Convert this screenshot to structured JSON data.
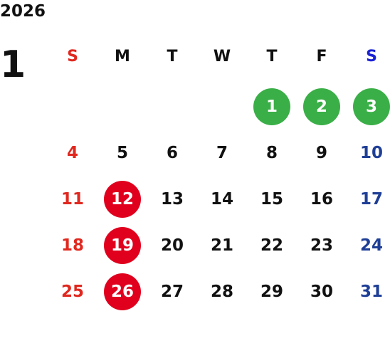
{
  "header": {
    "year": "2026",
    "month": "1"
  },
  "weekdays": [
    "S",
    "M",
    "T",
    "W",
    "T",
    "F",
    "S"
  ],
  "colors": {
    "sunday_text": "#e0281f",
    "saturday_header": "#1a22d4",
    "saturday_text": "#1f3f96",
    "holiday_circle": "#e0001e",
    "new_year_circle": "#3aaf47",
    "weekday_text": "#111111"
  },
  "weeks": [
    [
      {
        "day": ""
      },
      {
        "day": ""
      },
      {
        "day": ""
      },
      {
        "day": ""
      },
      {
        "day": "1",
        "mark": "green"
      },
      {
        "day": "2",
        "mark": "green"
      },
      {
        "day": "3",
        "mark": "green"
      }
    ],
    [
      {
        "day": "4"
      },
      {
        "day": "5"
      },
      {
        "day": "6"
      },
      {
        "day": "7"
      },
      {
        "day": "8"
      },
      {
        "day": "9"
      },
      {
        "day": "10"
      }
    ],
    [
      {
        "day": "11"
      },
      {
        "day": "12",
        "mark": "red"
      },
      {
        "day": "13"
      },
      {
        "day": "14"
      },
      {
        "day": "15"
      },
      {
        "day": "16"
      },
      {
        "day": "17"
      }
    ],
    [
      {
        "day": "18"
      },
      {
        "day": "19",
        "mark": "red"
      },
      {
        "day": "20"
      },
      {
        "day": "21"
      },
      {
        "day": "22"
      },
      {
        "day": "23"
      },
      {
        "day": "24"
      }
    ],
    [
      {
        "day": "25"
      },
      {
        "day": "26",
        "mark": "red"
      },
      {
        "day": "27"
      },
      {
        "day": "28"
      },
      {
        "day": "29"
      },
      {
        "day": "30"
      },
      {
        "day": "31"
      }
    ]
  ]
}
